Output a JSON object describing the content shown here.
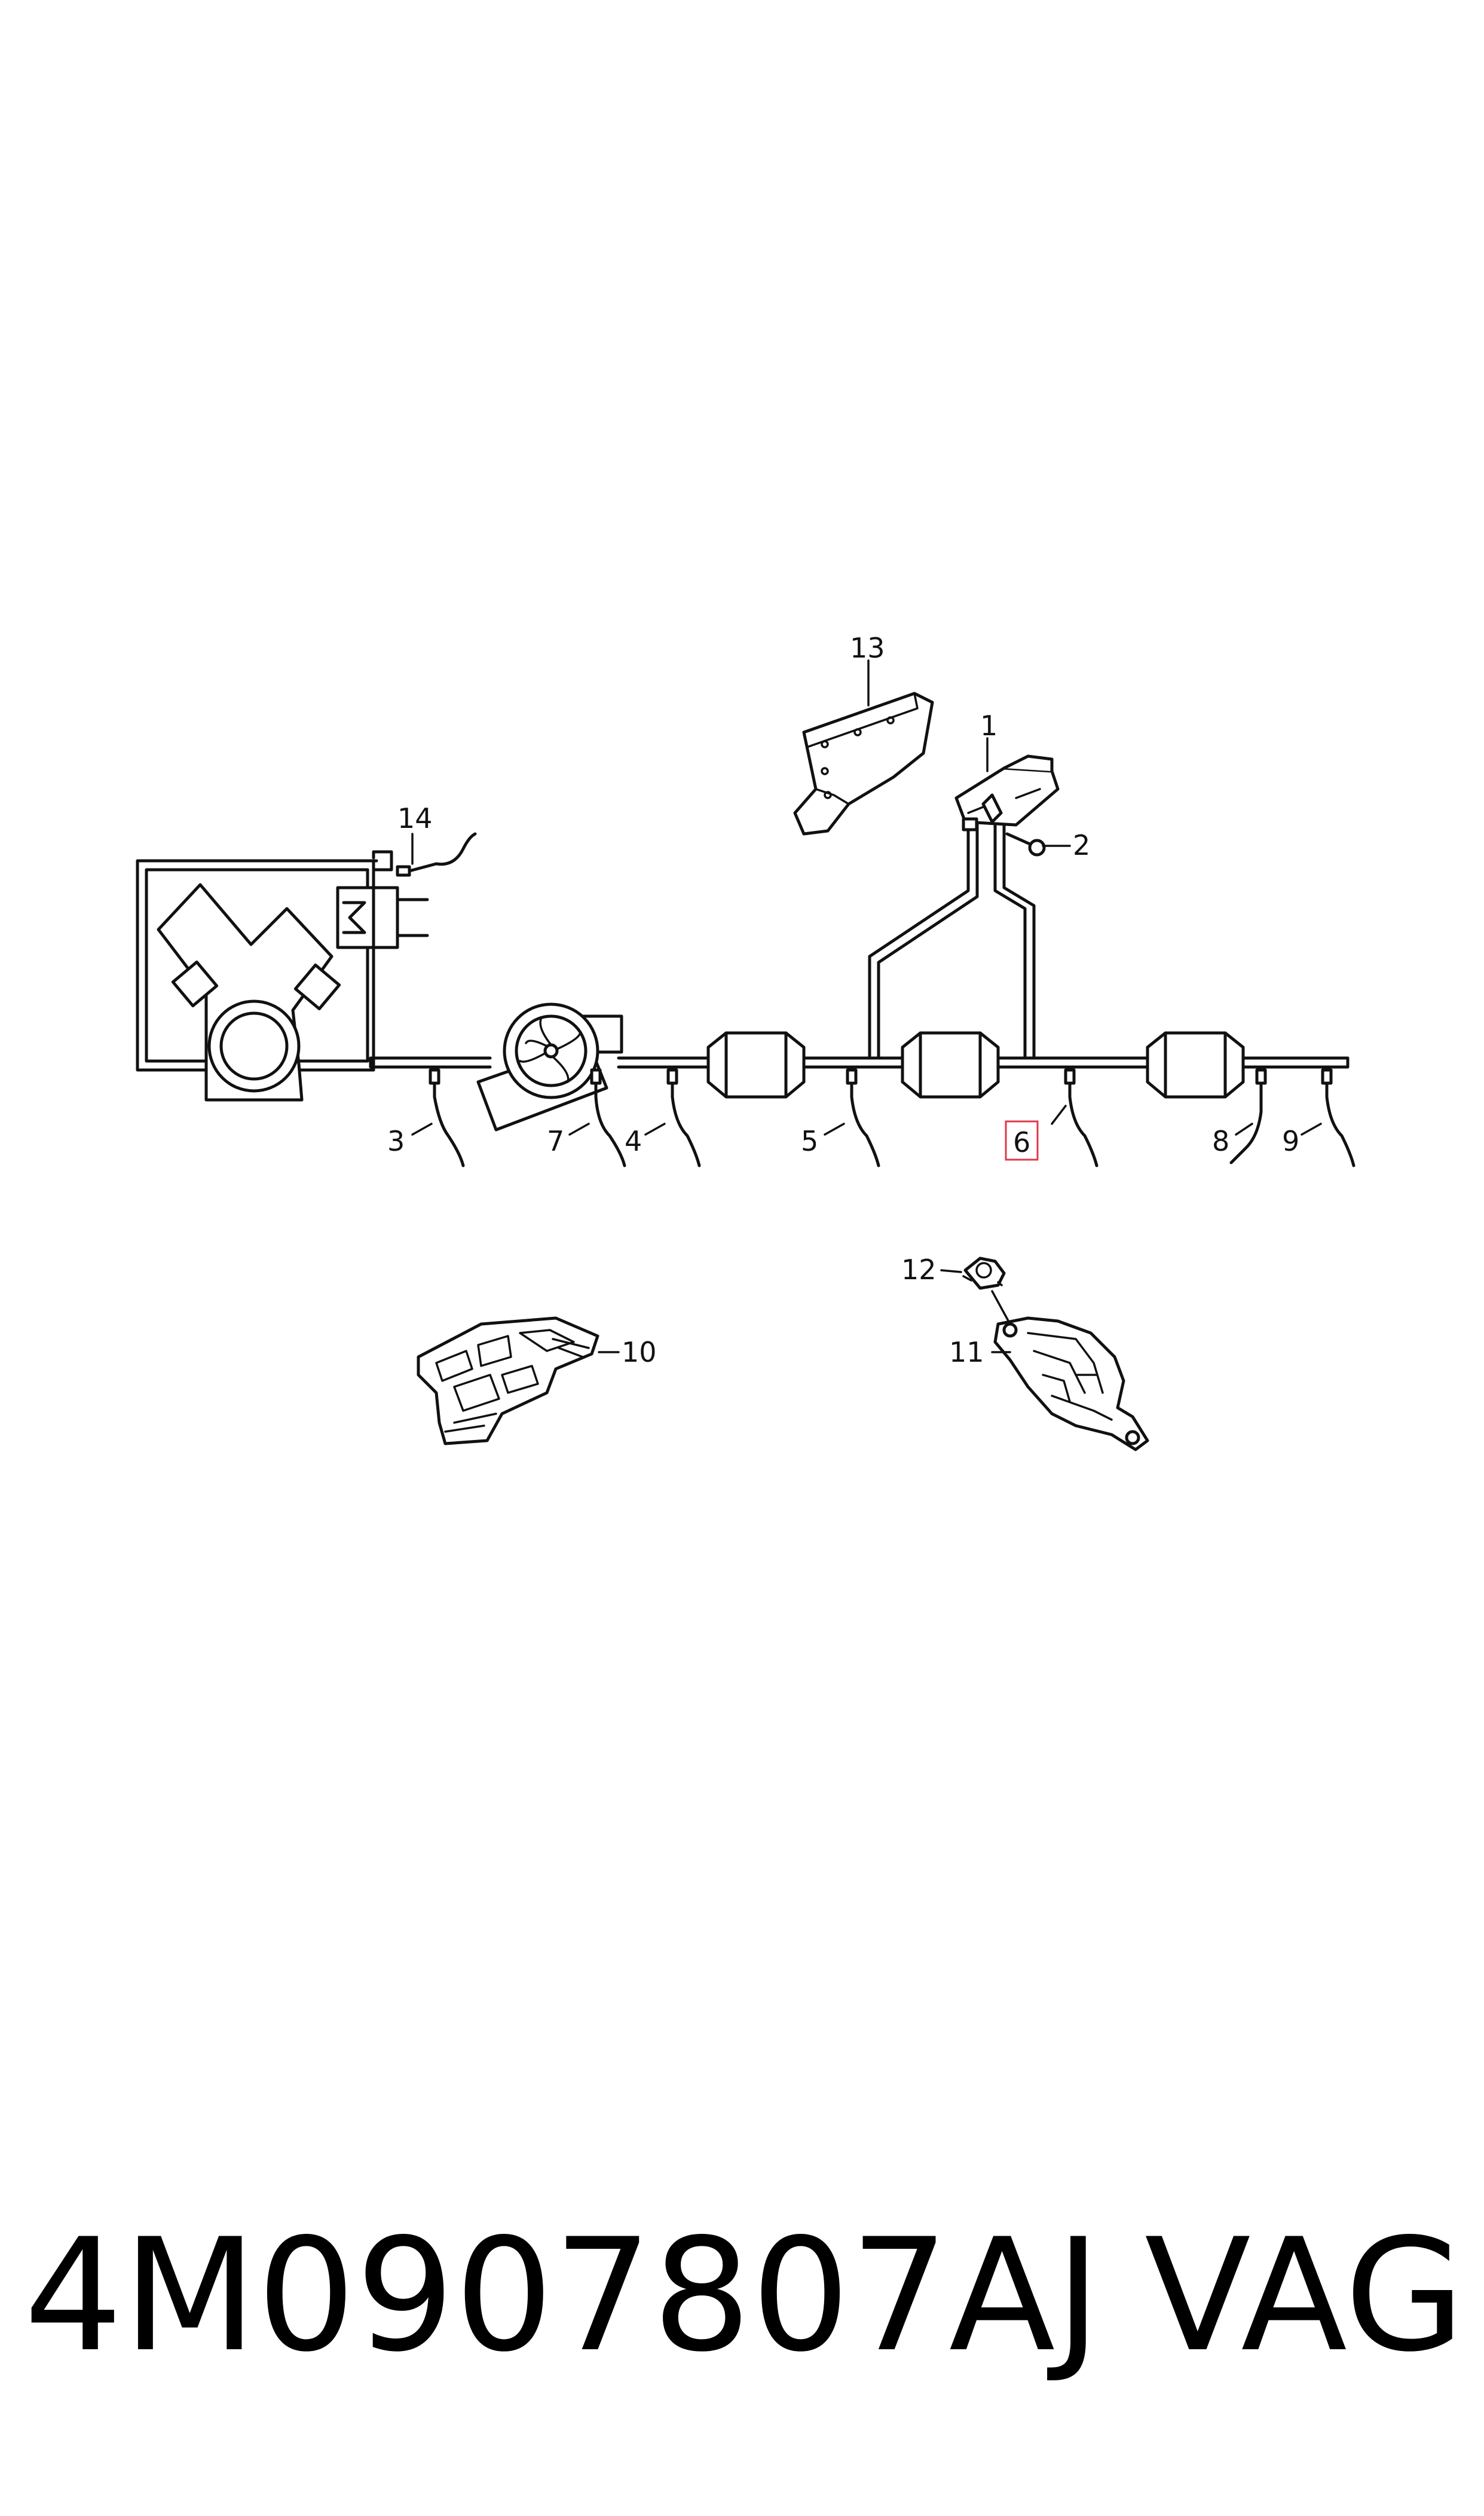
{
  "diagram": {
    "callouts": [
      "1",
      "2",
      "3",
      "4",
      "5",
      "6",
      "7",
      "8",
      "9",
      "10",
      "11",
      "12",
      "13",
      "14"
    ],
    "highlight": "#e0394a",
    "highlighted_callout": "6"
  },
  "footer": {
    "part_number": "4M0907807AJ",
    "brand": "VAG"
  }
}
